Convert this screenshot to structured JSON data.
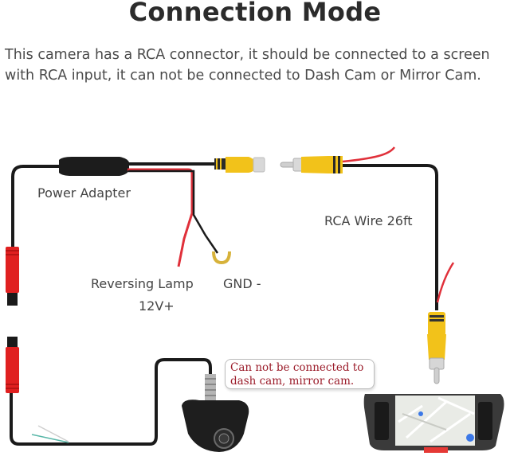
{
  "title": "Connection Mode",
  "description": "This camera has a RCA connector, it should be connected to a screen with RCA input, it can not be connected to Dash Cam or Mirror Cam.",
  "labels": {
    "power_adapter": "Power Adapter",
    "reversing_lamp": "Reversing Lamp",
    "gnd": "GND -",
    "twelve_volt": "12V+",
    "rca_wire": "RCA Wire 26ft"
  },
  "warning_bubble": {
    "line1": "Can not be connected to",
    "line2": "dash cam, mirror cam."
  },
  "colors": {
    "wire_black": "#1a1a1a",
    "wire_red": "#e0303a",
    "rca_yellow": "#f2c21a",
    "connector_red": "#e02020",
    "warning_text": "#9b1c2a"
  }
}
